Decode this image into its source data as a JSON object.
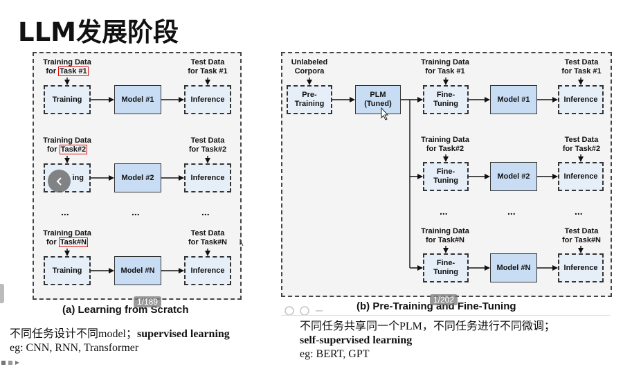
{
  "title": "LLM发展阶段",
  "left": {
    "rows": [
      {
        "train_pre": "Training Data",
        "train_for": "for ",
        "task": "Task #1",
        "test_l1": "Test Data",
        "test_l2": "for Task #1",
        "training": "Training",
        "model": "Model #1",
        "inference": "Inference"
      },
      {
        "train_pre": "Training Data",
        "train_for": "for ",
        "task": "Task#2",
        "test_l1": "Test Data",
        "test_l2": "for Task#2",
        "training": "ing",
        "model": "Model #2",
        "inference": "Inference"
      },
      {
        "train_pre": "Training Data",
        "train_for": "for ",
        "task": "Task#N",
        "test_l1": "Test Data",
        "test_l2": "for Task#N",
        "training": "Training",
        "model": "Model #N",
        "inference": "Inference"
      }
    ],
    "dots": "...",
    "caption": "(a) Learning from Scratch",
    "page_badge": "1/189"
  },
  "right": {
    "unlabeled_l1": "Unlabeled",
    "unlabeled_l2": "Corpora",
    "pretraining": "Pre-\nTraining",
    "plm_l1": "PLM",
    "plm_l2": "(Tuned)",
    "rows": [
      {
        "train_l1": "Training Data",
        "train_l2": "for Task #1",
        "test_l1": "Test Data",
        "test_l2": "for Task #1",
        "finetuning": "Fine-\nTuning",
        "model": "Model #1",
        "inference": "Inference"
      },
      {
        "train_l1": "Training Data",
        "train_l2": "for Task#2",
        "test_l1": "Test Data",
        "test_l2": "for Task#2",
        "finetuning": "Fine-\nTuning",
        "model": "Model #2",
        "inference": "Inference"
      },
      {
        "train_l1": "Training Data",
        "train_l2": "for Task#N",
        "test_l1": "Test Data",
        "test_l2": "for Task#N",
        "finetuning": "Fine-\nTuning",
        "model": "Model #N",
        "inference": "Inference"
      }
    ],
    "dots": "...",
    "caption": "(b) Pre-Training and Fine-Tuning",
    "page_badge": "1/202"
  },
  "notes": {
    "left_line1_prefix": "不同任务设计不同model；",
    "left_line1_bold": "supervised learning",
    "left_line2": "eg: CNN, RNN, Transformer",
    "right_line1": "不同任务共享同一个PLM，不同任务进行不同微调；",
    "right_line2_bold": "self-supervised learning",
    "right_line3": "eg: BERT, GPT"
  },
  "colors": {
    "model_fill": "#c8dcf3",
    "dashed_fill": "#e6eef8",
    "highlight": "#d11111"
  }
}
